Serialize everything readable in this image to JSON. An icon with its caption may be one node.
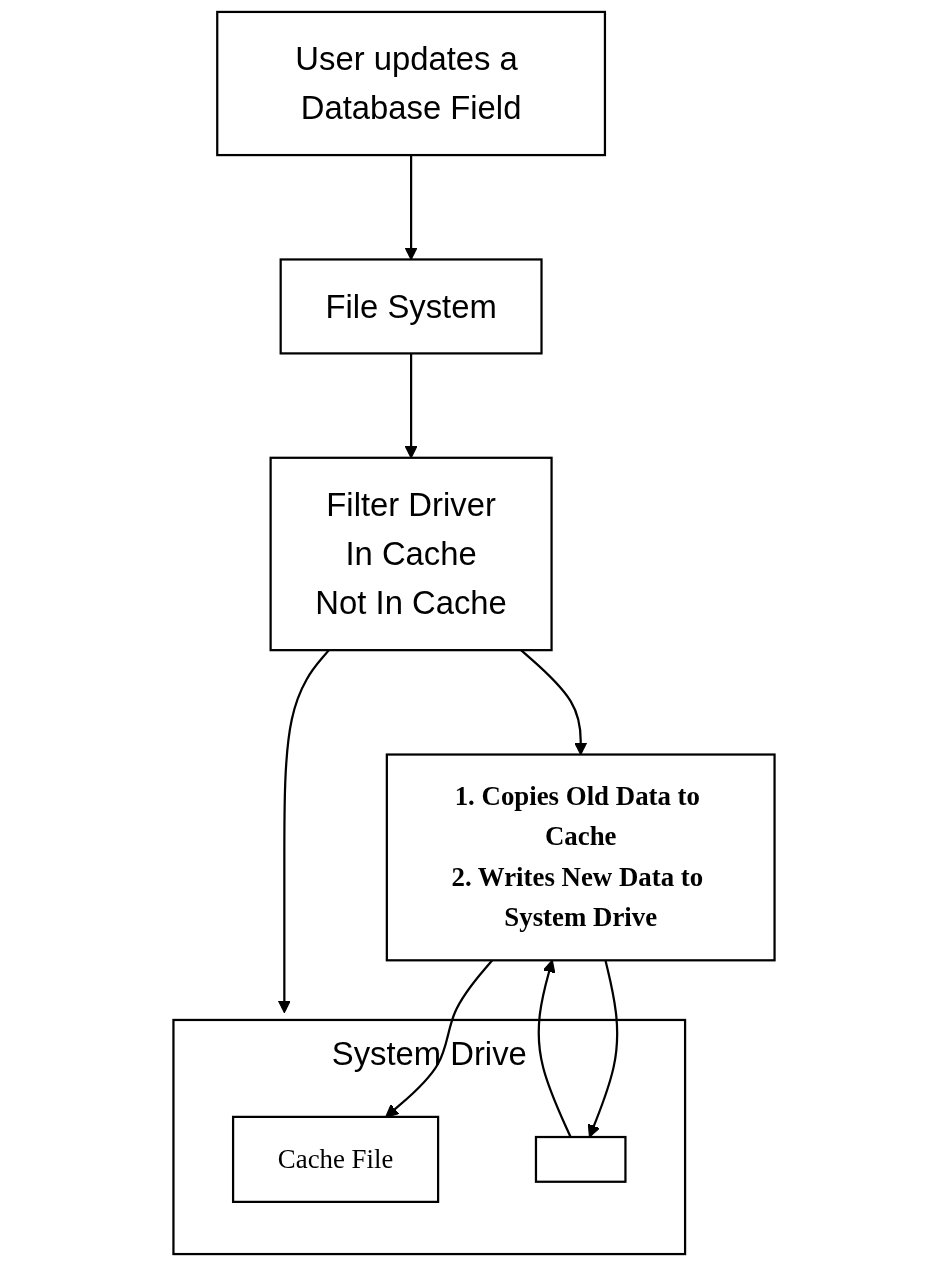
{
  "diagram": {
    "nodes": [
      {
        "text": [
          "User updates a Database Field"
        ]
      },
      {
        "text": [
          "File System"
        ]
      },
      {
        "text": [
          "Filter Driver",
          "In Cache",
          "Not In Cache"
        ]
      },
      {
        "text": [
          "1. Copies Old Data to Cache",
          "2. Writes New Data to System Drive"
        ]
      },
      {
        "text": [
          "System Drive"
        ]
      },
      {
        "text": [
          "Cache File"
        ],
        "in": 4
      },
      {
        "text": [],
        "shape": "box",
        "in": 4
      }
    ],
    "edges": [
      {
        "from": 0,
        "to": 1,
        "arrow": "to"
      },
      {
        "from": 1,
        "to": 2,
        "arrow": "to"
      },
      {
        "from": 2,
        "to": 4,
        "arrow": "to"
      },
      {
        "from": 2,
        "to": 3,
        "arrow": "to"
      },
      {
        "from": 3,
        "to": 5,
        "arrow": "to"
      },
      {
        "from": 6,
        "to": 3,
        "arrow": "to"
      },
      {
        "from": 3,
        "to": 6,
        "arrow": "to"
      }
    ]
  }
}
